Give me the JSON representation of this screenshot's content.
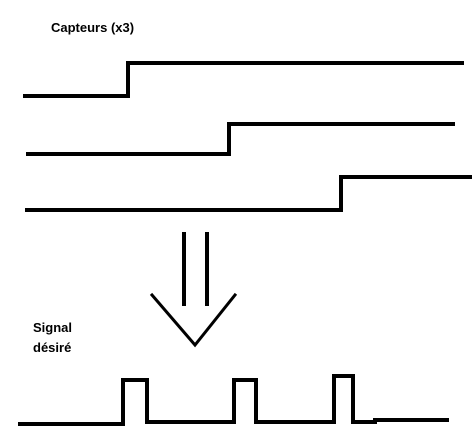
{
  "diagram": {
    "title": "Capteurs (x3)",
    "output_label_line1": "Signal",
    "output_label_line2": "désiré",
    "stroke_color": "#000000",
    "background_color": "#ffffff"
  }
}
